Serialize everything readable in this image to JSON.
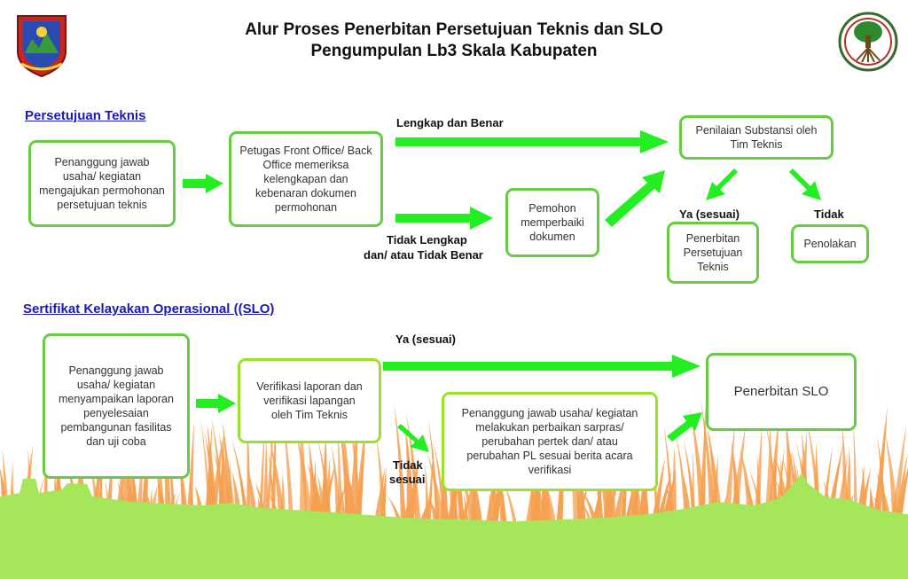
{
  "title": {
    "line1": "Alur Proses Penerbitan Persetujuan Teknis dan SLO",
    "line2": "Pengumpulan Lb3 Skala Kabupaten"
  },
  "logos": {
    "left": "regency-crest-icon",
    "right": "tree-roots-emblem-icon"
  },
  "colors": {
    "box_border": "#66cc44",
    "box_border_alt": "#99e22a",
    "arrow": "#22ee22",
    "section_title": "#1a1ab8",
    "grass": "#f5a050",
    "ground": "#a6e65a"
  },
  "persetujuan_teknis": {
    "heading": "Persetujuan Teknis",
    "box_applicant": "Penanggung jawab usaha/ kegiatan mengajukan permohonan persetujuan teknis",
    "box_front_office": "Petugas Front Office/ Back Office memeriksa kelengkapan dan kebenaran dokumen permohonan",
    "label_complete": "Lengkap dan Benar",
    "label_incomplete_1": "Tidak Lengkap",
    "label_incomplete_2": "dan/ atau Tidak Benar",
    "box_fix_docs": "Pemohon memperbaiki dokumen",
    "box_assessment": "Penilaian Substansi oleh Tim Teknis",
    "label_yes": "Ya (sesuai)",
    "label_no": "Tidak",
    "box_issue": "Penerbitan Persetujuan Teknis",
    "box_reject": "Penolakan"
  },
  "slo": {
    "heading": "Sertifikat Kelayakan Operasional ((SLO)",
    "box_applicant": "Penanggung jawab usaha/ kegiatan menyampaikan laporan penyelesaian pembangunan fasilitas dan uji coba",
    "box_verify": "Verifikasi laporan dan verifikasi lapangan oleh Tim Teknis",
    "label_yes": "Ya (sesuai)",
    "label_no_1": "Tidak",
    "label_no_2": "sesuai",
    "box_repair": "Penanggung jawab usaha/ kegiatan melakukan perbaikan sarpras/ perubahan pertek dan/ atau perubahan PL sesuai berita acara verifikasi",
    "box_issue": "Penerbitan SLO"
  }
}
